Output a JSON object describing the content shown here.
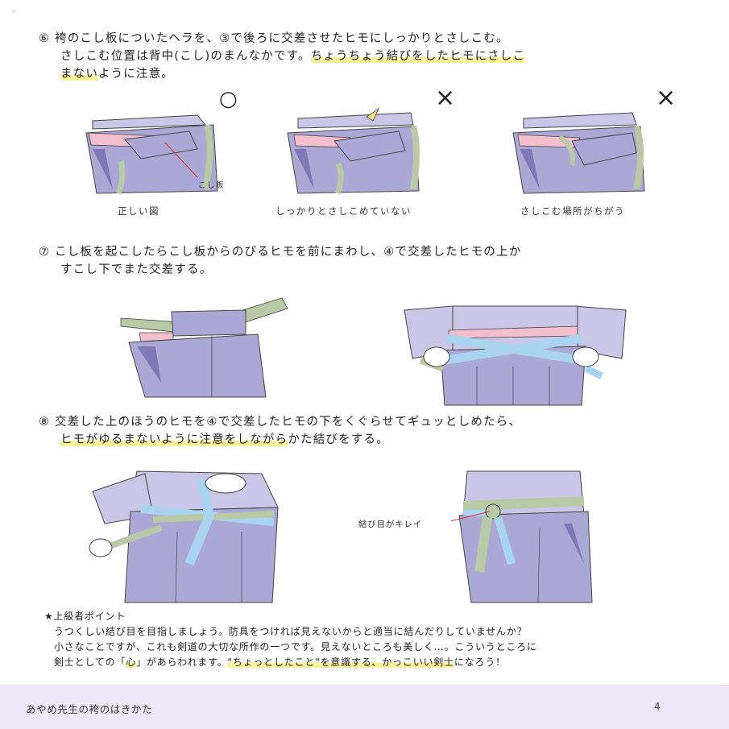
{
  "steps": [
    {
      "num": "⑥",
      "line1": "袴のこし板についたヘラを、③で後ろに交差させたヒモにしっかりとさしこむ。",
      "line2_plain": "さしこむ位置は背中(こし)のまんなかです。",
      "line2_hl": "ちょうちょう結びをしたヒモにさしこ",
      "line3_hl": "まない",
      "line3_plain": "ように注意。"
    },
    {
      "num": "⑦",
      "line1": "こし板を起こしたらこし板からのびるヒモを前にまわし、④で交差したヒモの上か",
      "line2": "すこし下でまた交差する。"
    },
    {
      "num": "⑧",
      "line1": "交差した上のほうのヒモを④で交差したヒモの下をくぐらせてギュッとしめたら、",
      "line2_hl": "ヒモがゆるまないように注意をしながら",
      "line2_plain": "かた結びをする。"
    }
  ],
  "figures": {
    "correct_caption": "正しい図",
    "wrong1_caption": "しっかりとさしこめていない",
    "wrong2_caption": "さしこむ場所がちがう",
    "koshiita_label": "こし板",
    "correct_mark": "○",
    "wrong_mark": "×",
    "knot_label": "結び目がキレイ"
  },
  "tip": {
    "heading": "★上級者ポイント",
    "line1": "うつくしい結び目を目指しましょう。防具をつければ見えないからと適当に結んだりしていませんか？",
    "line2": "小さなことですが、これも剣道の大切な所作の一つです。見えないところも美しく…。こういうところに",
    "line3_a": "剣士としての「",
    "line3_hl1": "心",
    "line3_b": "」があらわれます。",
    "line3_hl2": "\"ちょっとしたこと\"を意識する、かっこいい剣士",
    "line3_c": "になろう！"
  },
  "footer": {
    "title": "あやめ先生の袴のはきかた",
    "page": "4"
  },
  "colors": {
    "hakama": "#aca8d6",
    "hakama_dark": "#7f79b8",
    "gi": "#c9c6e8",
    "pink": "#f3bfcf",
    "green": "#b9c9a5",
    "blue": "#a9d3ee",
    "highlight": "#fbf39a",
    "footer_bg": "#ece8f7"
  }
}
